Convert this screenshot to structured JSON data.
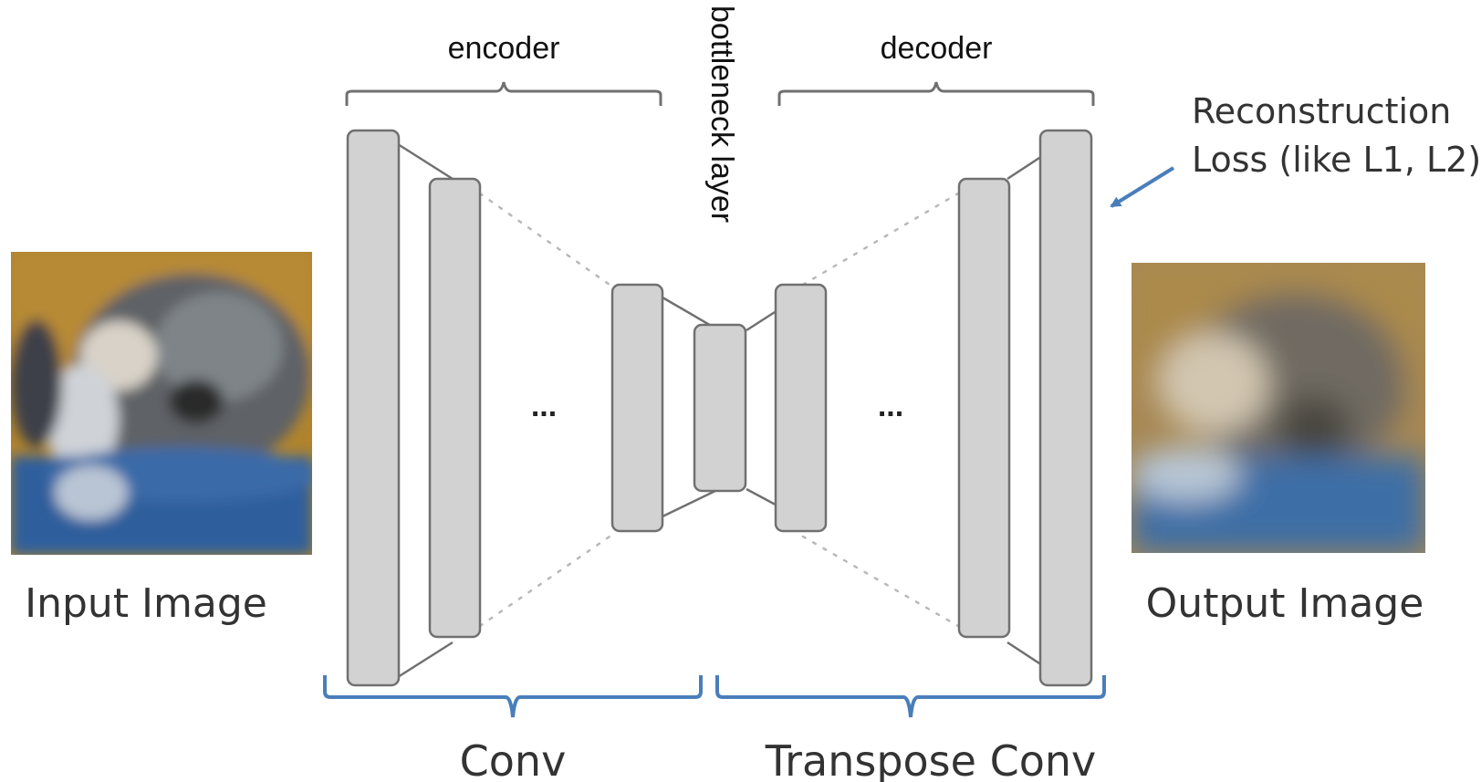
{
  "labels": {
    "encoder": "encoder",
    "decoder": "decoder",
    "bottleneck": "bottleneck layer",
    "loss_line1": "Reconstruction",
    "loss_line2": "Loss (like L1, L2)",
    "input_image": "Input Image",
    "output_image": "Output Image",
    "conv": "Conv",
    "transpose_conv": "Transpose Conv",
    "ellipsis": "..."
  },
  "colors": {
    "layer_fill": "#d2d2d2",
    "layer_stroke": "#707070",
    "bracket_gray": "#707070",
    "bracket_blue": "#4a7ebb",
    "arrow_blue": "#4a7ebb",
    "text": "#222222"
  },
  "icons": {
    "input_image": "blurry-cat-photo",
    "output_image": "blurry-reconstructed-photo"
  }
}
